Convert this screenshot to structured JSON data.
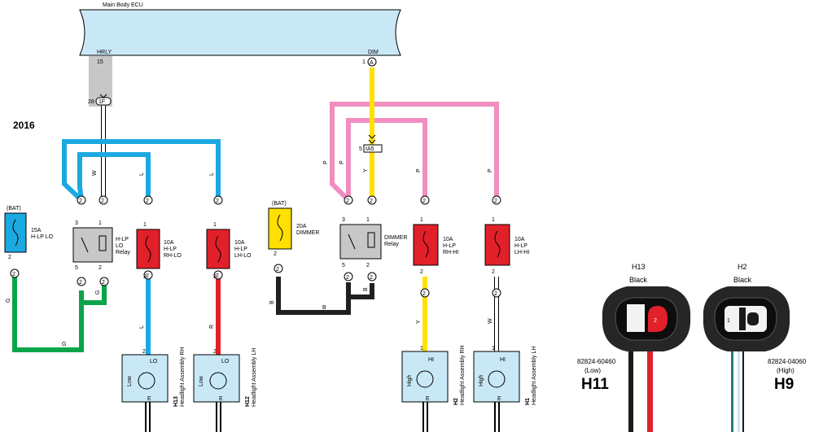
{
  "ecu": {
    "title": "Main Body ECU",
    "hrly": "HRLY",
    "dim": "DIM",
    "pin_hrly": "15",
    "pin_dim": "1",
    "conn_dim": "A"
  },
  "year": "2016",
  "junction": {
    "pin_left": "28",
    "id_left": "1F",
    "pin_right": "5",
    "id_right": "IA5"
  },
  "wire_colors": {
    "w": "W",
    "l": "L",
    "g": "G",
    "r": "R",
    "p": "P",
    "y": "Y",
    "b": "B"
  },
  "fuses": {
    "hlp_lo": {
      "bat": "(BAT)",
      "line1": "15A",
      "line2": "H-LP LO",
      "pin": "2"
    },
    "dimmer": {
      "bat": "(BAT)",
      "line1": "20A",
      "line2": "DIMMER",
      "pin": "2"
    },
    "rh_lo": {
      "line1": "10A",
      "line2": "H-LP",
      "line3": "RH-LO",
      "pin_top": "1",
      "pin_bot": "2"
    },
    "lh_lo": {
      "line1": "10A",
      "line2": "H-LP",
      "line3": "LH-LO",
      "pin_top": "1",
      "pin_bot": "2"
    },
    "rh_hi": {
      "line1": "10A",
      "line2": "H-LP",
      "line3": "RH-HI",
      "pin_top": "1",
      "pin_bot": "2"
    },
    "lh_hi": {
      "line1": "10A",
      "line2": "H-LP",
      "line3": "LH-HI",
      "pin_top": "1",
      "pin_bot": "2"
    }
  },
  "relays": {
    "hlp_lo": {
      "line1": "H-LP",
      "line2": "LO",
      "line3": "Relay",
      "p3": "3",
      "p1": "1",
      "p5": "5",
      "p2": "2"
    },
    "dimmer": {
      "line1": "DIMMER",
      "line2": "Relay",
      "p3": "3",
      "p1": "1",
      "p5": "5",
      "p2": "2"
    }
  },
  "connector_pin": "2",
  "headlights": {
    "h13": {
      "mode": "LO",
      "side": "Low",
      "ground": "E",
      "id": "H13",
      "name": "Headlight Assembly RH",
      "pin": "2"
    },
    "h12": {
      "mode": "LO",
      "side": "Low",
      "ground": "E",
      "id": "H12",
      "name": "Headlight Assembly LH",
      "pin": "2"
    },
    "h2": {
      "mode": "HI",
      "side": "High",
      "ground": "E",
      "id": "H2",
      "name": "Headlight Assembly RH",
      "pin": "1"
    },
    "h1": {
      "mode": "HI",
      "side": "High",
      "ground": "E",
      "id": "H1",
      "name": "Headlight Assembly LH",
      "pin": "1"
    }
  },
  "photos": {
    "left": {
      "title": "H13",
      "color": "Black",
      "part": "82824-60460",
      "mode": "(Low)",
      "type": "H11",
      "pin": "2"
    },
    "right": {
      "title": "H2",
      "color": "Black",
      "part": "82824-04060",
      "mode": "(High)",
      "type": "H9",
      "pin": "1"
    }
  },
  "colors": {
    "blue": "#1ba9e1",
    "green": "#0aa54a",
    "red": "#e2202a",
    "pink": "#f08ec0",
    "yellow": "#ffe000",
    "black": "#231f20",
    "ecu": "#c8e8f6",
    "grey": "#c7c7c7"
  }
}
